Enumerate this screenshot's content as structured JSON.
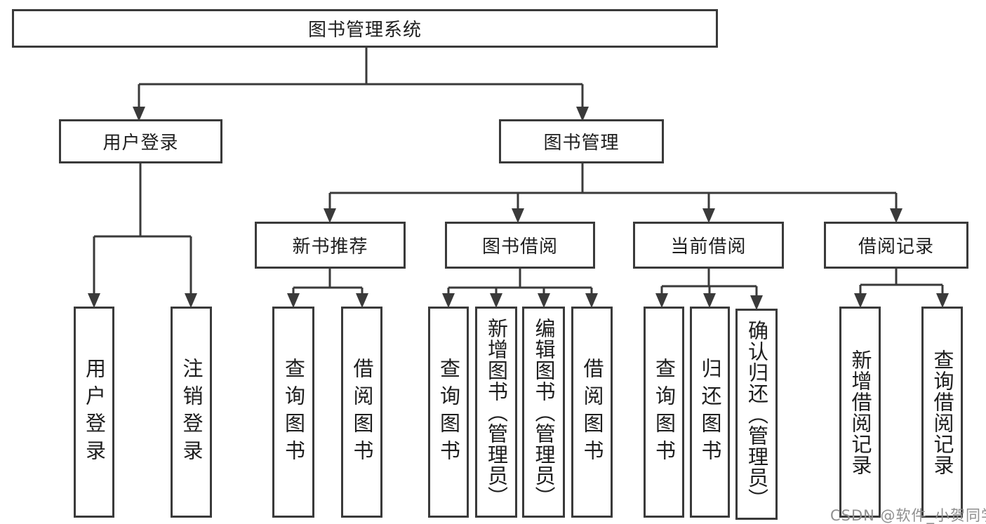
{
  "diagram_title": "图书管理系统",
  "watermark": {
    "text": "CSDN @软件_小贺同学"
  },
  "colors": {
    "line": "#3a3a3a",
    "box_border": "#3a3a3a",
    "box_background": "#ffffff",
    "text": "#1e1e1e",
    "watermark": "#8f8f8f"
  },
  "tree": {
    "label": "图书管理系统",
    "children": [
      {
        "label": "用户登录",
        "children": [
          {
            "label": "用户登录"
          },
          {
            "label": "注销登录"
          }
        ]
      },
      {
        "label": "图书管理",
        "children": [
          {
            "label": "新书推荐",
            "children": [
              {
                "label": "查询图书"
              },
              {
                "label": "借阅图书"
              }
            ]
          },
          {
            "label": "图书借阅",
            "children": [
              {
                "label": "查询图书"
              },
              {
                "label": "新增图书（管理员）"
              },
              {
                "label": "编辑图书（管理员）"
              },
              {
                "label": "借阅图书"
              }
            ]
          },
          {
            "label": "当前借阅",
            "children": [
              {
                "label": "查询图书"
              },
              {
                "label": "归还图书"
              },
              {
                "label": "确认归还（管理员）"
              }
            ]
          },
          {
            "label": "借阅记录",
            "children": [
              {
                "label": "新增借阅记录"
              },
              {
                "label": "查询借阅记录"
              }
            ]
          }
        ]
      }
    ]
  }
}
